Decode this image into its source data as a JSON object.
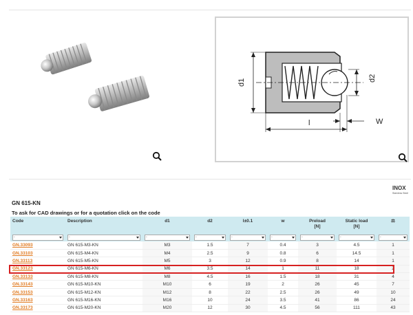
{
  "product": {
    "title": "GN 615-KN",
    "cad_note": "To ask for CAD drawings or for a quotation click on the code",
    "badge": "INOX",
    "badge_sub": "Stainless Steel"
  },
  "images": {
    "photo_alt": "Spring plungers photo",
    "drawing_labels": {
      "d1": "d1",
      "d2": "d2",
      "l": "l",
      "w": "W"
    },
    "zoom_icon": "magnifier-icon"
  },
  "table": {
    "headers": [
      {
        "label": "Code",
        "unit": ""
      },
      {
        "label": "Description",
        "unit": ""
      },
      {
        "label": "d1",
        "unit": ""
      },
      {
        "label": "d2",
        "unit": ""
      },
      {
        "label": "l±0.1",
        "unit": ""
      },
      {
        "label": "w",
        "unit": ""
      },
      {
        "label": "Preload",
        "unit": "[N]"
      },
      {
        "label": "Static load",
        "unit": "[N]"
      },
      {
        "label": "⚖",
        "unit": ""
      }
    ],
    "filter_placeholder": "-",
    "rows": [
      [
        "GN.33093",
        "GN 615-M3-KN",
        "M3",
        "1.5",
        "7",
        "0.4",
        "3",
        "4.5",
        "1"
      ],
      [
        "GN.33103",
        "GN 615-M4-KN",
        "M4",
        "2.5",
        "9",
        "0.8",
        "6",
        "14.5",
        "1"
      ],
      [
        "GN.33113",
        "GN 615-M5-KN",
        "M5",
        "3",
        "12",
        "0.9",
        "8",
        "14",
        "1"
      ],
      [
        "GN.33123",
        "GN 615-M6-KN",
        "M6",
        "3.5",
        "14",
        "1",
        "11",
        "18",
        "2"
      ],
      [
        "GN.33133",
        "GN 615-M8-KN",
        "M8",
        "4.5",
        "16",
        "1.5",
        "18",
        "31",
        "4"
      ],
      [
        "GN.33143",
        "GN 615-M10-KN",
        "M10",
        "6",
        "19",
        "2",
        "26",
        "45",
        "7"
      ],
      [
        "GN.33153",
        "GN 615-M12-KN",
        "M12",
        "8",
        "22",
        "2.5",
        "26",
        "49",
        "10"
      ],
      [
        "GN.33163",
        "GN 615-M16-KN",
        "M16",
        "10",
        "24",
        "3.5",
        "41",
        "86",
        "24"
      ],
      [
        "GN.33173",
        "GN 615-M20-KN",
        "M20",
        "12",
        "30",
        "4.5",
        "56",
        "111",
        "43"
      ]
    ],
    "highlighted_row": 3
  },
  "colors": {
    "header_bg": "#cfeaf0",
    "link": "#e07b22",
    "highlight": "#d62020"
  }
}
